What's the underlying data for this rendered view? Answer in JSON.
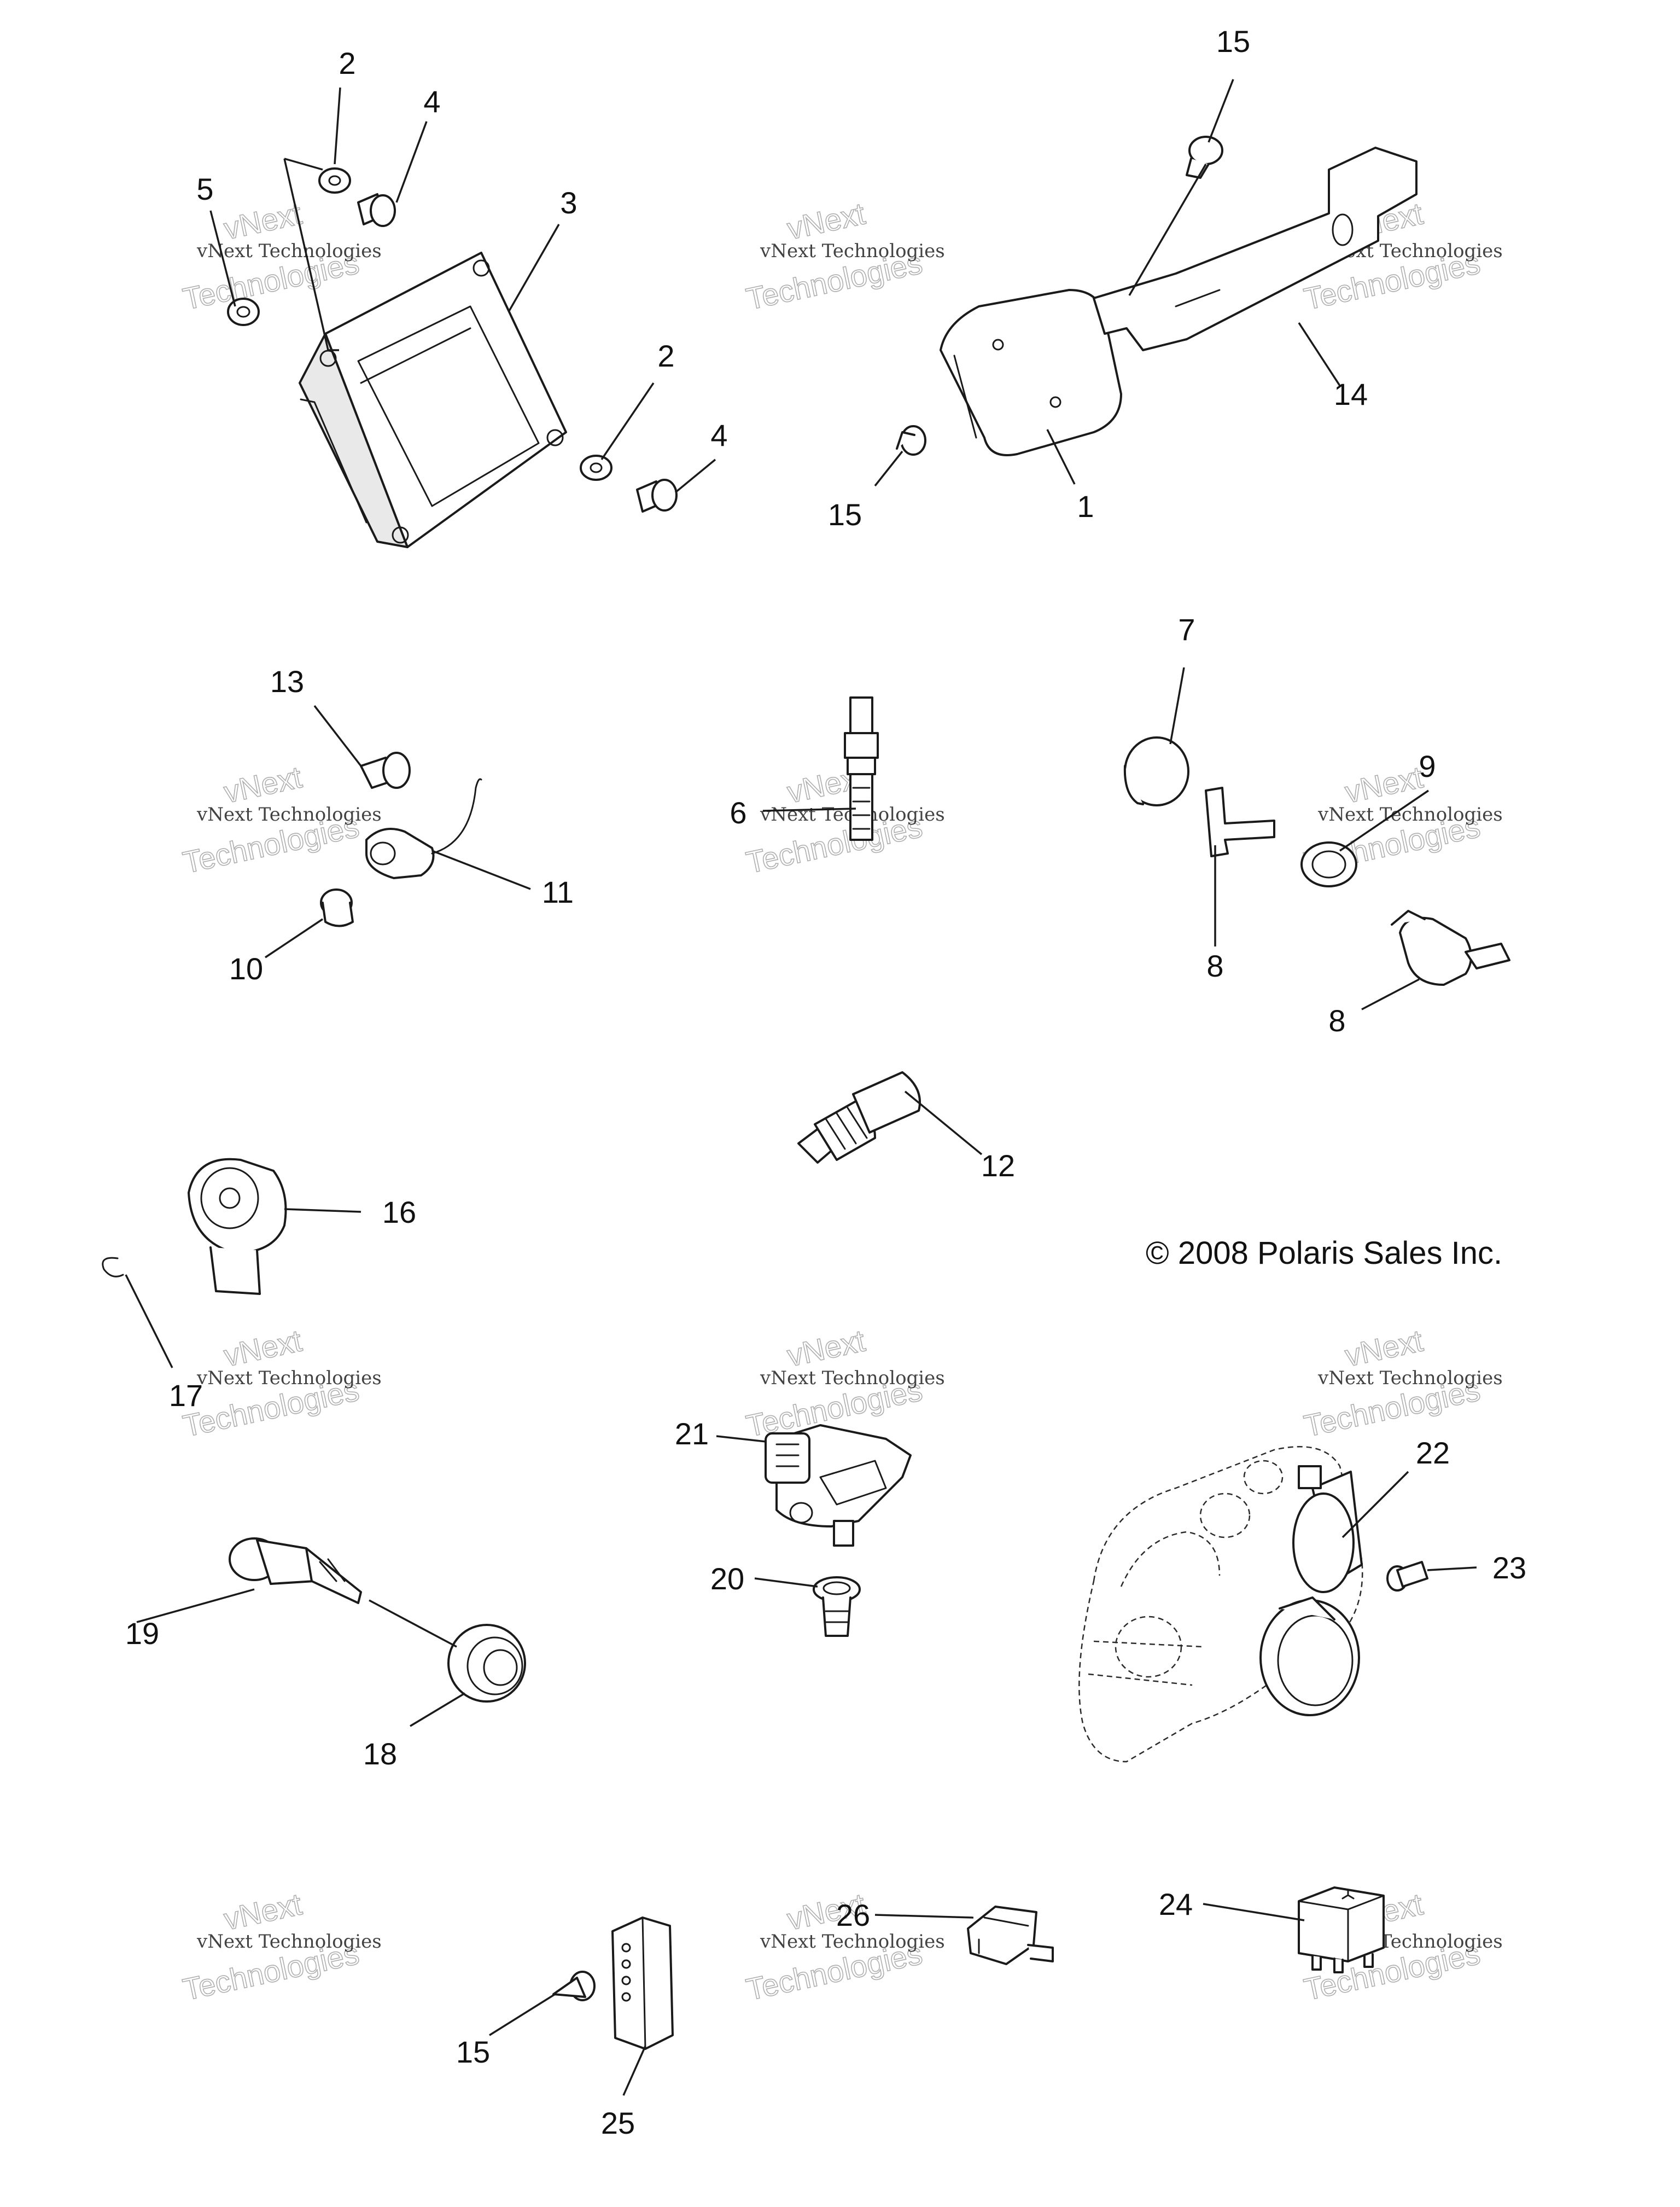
{
  "callouts": {
    "c1": "1",
    "c2a": "2",
    "c2b": "2",
    "c3": "3",
    "c4a": "4",
    "c4b": "4",
    "c5": "5",
    "c6": "6",
    "c7": "7",
    "c8a": "8",
    "c8b": "8",
    "c9": "9",
    "c10": "10",
    "c11": "11",
    "c12": "12",
    "c13": "13",
    "c14": "14",
    "c15a": "15",
    "c15b": "15",
    "c15c": "15",
    "c16": "16",
    "c17": "17",
    "c18": "18",
    "c19": "19",
    "c20": "20",
    "c21": "21",
    "c22": "22",
    "c23": "23",
    "c24": "24",
    "c25": "25",
    "c26": "26"
  },
  "copyright": "© 2008 Polaris Sales Inc.",
  "watermark": {
    "line1": "vNext Technologies",
    "line2": "vNext",
    "line3": "Technologies"
  }
}
